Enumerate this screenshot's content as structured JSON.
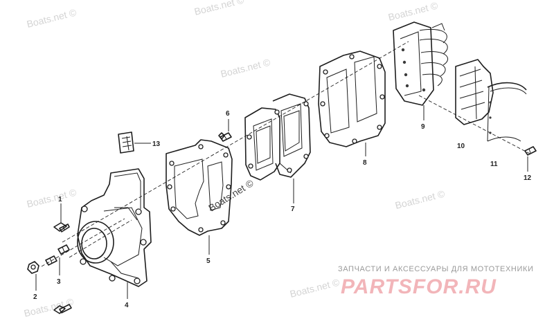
{
  "watermarks": [
    "Boats.net ©",
    "Boats.net ©",
    "Boats.net ©",
    "Boats.net ©",
    "Boats.net ©",
    "Boats.net ©",
    "Boats.net ©",
    "Boats.net ©",
    "Boats.net ©"
  ],
  "callouts": [
    "1",
    "2",
    "3",
    "4",
    "5",
    "6",
    "7",
    "8",
    "9",
    "10",
    "11",
    "12",
    "13"
  ],
  "branding": {
    "tagline": "ЗАПЧАСТИ И АКСЕССУАРЫ ДЛЯ МОТОТЕХНИКИ",
    "logo": "PARTSFOR.RU"
  },
  "colors": {
    "line": "#1d1d1d",
    "watermark": "#d4d4d4",
    "brand_logo": "#f2b5b9",
    "brand_tagline": "#9a9a9a"
  }
}
